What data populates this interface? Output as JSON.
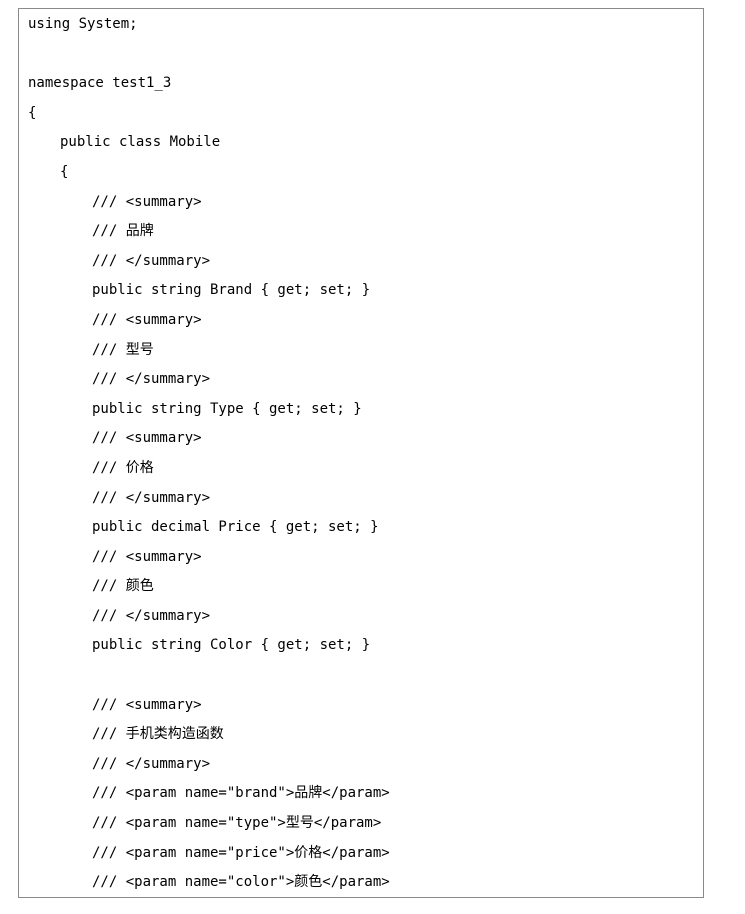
{
  "document": {
    "lines": [
      {
        "text": "using System;",
        "indent": 0
      },
      {
        "text": "",
        "indent": 0
      },
      {
        "text": "namespace test1_3",
        "indent": 0
      },
      {
        "text": "{",
        "indent": 0
      },
      {
        "text": "public class Mobile",
        "indent": 1
      },
      {
        "text": "{",
        "indent": 1
      },
      {
        "text": "/// <summary>",
        "indent": 2
      },
      {
        "text": "/// 品牌",
        "indent": 2
      },
      {
        "text": "/// </summary>",
        "indent": 2
      },
      {
        "text": "public string Brand { get; set; }",
        "indent": 2
      },
      {
        "text": "/// <summary>",
        "indent": 2
      },
      {
        "text": "/// 型号",
        "indent": 2
      },
      {
        "text": "/// </summary>",
        "indent": 2
      },
      {
        "text": "public string Type { get; set; }",
        "indent": 2
      },
      {
        "text": "/// <summary>",
        "indent": 2
      },
      {
        "text": "/// 价格",
        "indent": 2
      },
      {
        "text": "/// </summary>",
        "indent": 2
      },
      {
        "text": "public decimal Price { get; set; }",
        "indent": 2
      },
      {
        "text": "/// <summary>",
        "indent": 2
      },
      {
        "text": "/// 颜色",
        "indent": 2
      },
      {
        "text": "/// </summary>",
        "indent": 2
      },
      {
        "text": "public string Color { get; set; }",
        "indent": 2
      },
      {
        "text": "",
        "indent": 0
      },
      {
        "text": "/// <summary>",
        "indent": 2
      },
      {
        "text": "/// 手机类构造函数",
        "indent": 2
      },
      {
        "text": "/// </summary>",
        "indent": 2
      },
      {
        "text": "/// <param name=\"brand\">品牌</param>",
        "indent": 2
      },
      {
        "text": "/// <param name=\"type\">型号</param>",
        "indent": 2
      },
      {
        "text": "/// <param name=\"price\">价格</param>",
        "indent": 2
      },
      {
        "text": "/// <param name=\"color\">颜色</param>",
        "indent": 2
      }
    ]
  }
}
